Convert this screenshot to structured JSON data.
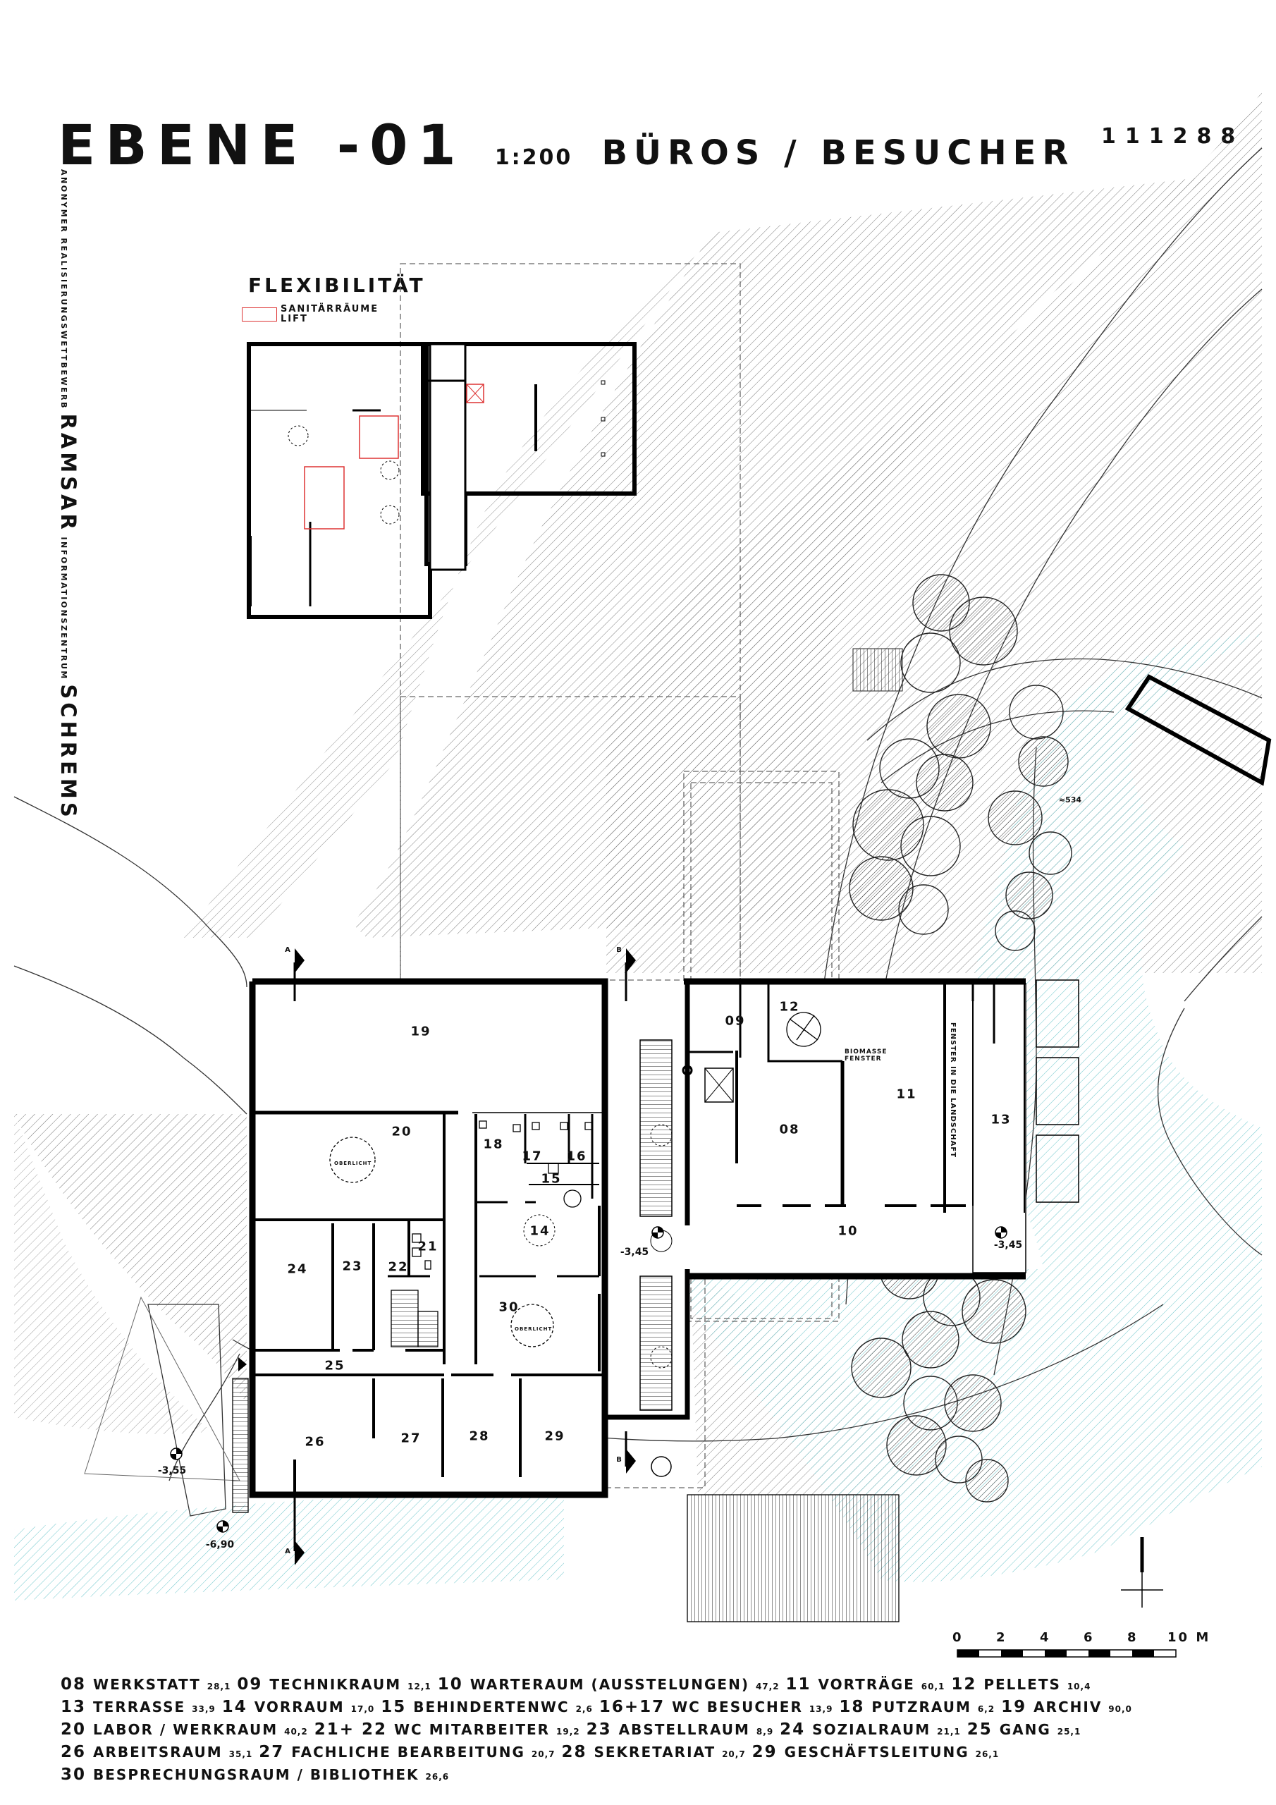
{
  "title": {
    "main": "EBENE -01",
    "scale": "1:200",
    "subtitle": "BÜROS / BESUCHER",
    "code": "111288"
  },
  "vertical": {
    "part1": "ANONYMER REALISIERUNGSWETTBEWERB",
    "part2": "RAMSAR",
    "part3": "INFORMATIONSZENTRUM",
    "part4": "SCHREMS"
  },
  "flexibility": {
    "title": "FLEXIBILITÄT",
    "legend_line1": "SANITÄRRÄUME",
    "legend_line2": "LIFT",
    "legend_color": "#d33333"
  },
  "plan": {
    "rooms": [
      "19",
      "20",
      "18",
      "17",
      "16",
      "15",
      "14",
      "21",
      "22",
      "23",
      "24",
      "30",
      "25",
      "26",
      "27",
      "28",
      "29",
      "09",
      "12",
      "08",
      "11",
      "13",
      "10"
    ],
    "notes": {
      "oberlicht": "OBERLICHT",
      "biomasse1": "BIOMASSE",
      "biomasse2": "FENSTER",
      "fenster": "FENSTER IN DIE LANDSCHAFT"
    },
    "levels": [
      "-3,45",
      "-3,45",
      "-3,55",
      "-6,90",
      "≈534"
    ],
    "sections": [
      "A",
      "B"
    ],
    "colors": {
      "water": "#8fd3d6",
      "hatch": "#555555",
      "wall": "#000000"
    }
  },
  "scale_bar": {
    "labels": [
      "0",
      "2",
      "4",
      "6",
      "8",
      "10 M"
    ]
  },
  "room_legend": [
    [
      {
        "n": "08",
        "name": "WERKSTATT",
        "area": "28,1"
      },
      {
        "n": "09",
        "name": "TECHNIKRAUM",
        "area": "12,1"
      },
      {
        "n": "10",
        "name": "WARTERAUM (AUSSTELUNGEN)",
        "area": "47,2"
      },
      {
        "n": "11",
        "name": "VORTRÄGE",
        "area": "60,1"
      },
      {
        "n": "12",
        "name": "PELLETS",
        "area": "10,4"
      }
    ],
    [
      {
        "n": "13",
        "name": "TERRASSE",
        "area": "33,9"
      },
      {
        "n": "14",
        "name": "VORRAUM",
        "area": "17,0"
      },
      {
        "n": "15",
        "name": "BEHINDERTENWC",
        "area": "2,6"
      },
      {
        "n": "16+17",
        "name": "WC BESUCHER",
        "area": "13,9"
      },
      {
        "n": "18",
        "name": "PUTZRAUM",
        "area": "6,2"
      },
      {
        "n": "19",
        "name": "ARCHIV",
        "area": "90,0"
      }
    ],
    [
      {
        "n": "20",
        "name": "LABOR / WERKRAUM",
        "area": "40,2"
      },
      {
        "n": "21+ 22",
        "name": "WC MITARBEITER",
        "area": "19,2"
      },
      {
        "n": "23",
        "name": "ABSTELLRAUM",
        "area": "8,9"
      },
      {
        "n": "24",
        "name": "SOZIALRAUM",
        "area": "21,1"
      },
      {
        "n": "25",
        "name": "GANG",
        "area": "25,1"
      }
    ],
    [
      {
        "n": "26",
        "name": "ARBEITSRAUM",
        "area": "35,1"
      },
      {
        "n": "27",
        "name": "FACHLICHE BEARBEITUNG",
        "area": "20,7"
      },
      {
        "n": "28",
        "name": "SEKRETARIAT",
        "area": "20,7"
      },
      {
        "n": "29",
        "name": "GESCHÄFTSLEITUNG",
        "area": "26,1"
      }
    ],
    [
      {
        "n": "30",
        "name": "BESPRECHUNGSRAUM / BIBLIOTHEK",
        "area": "26,6"
      }
    ]
  ]
}
